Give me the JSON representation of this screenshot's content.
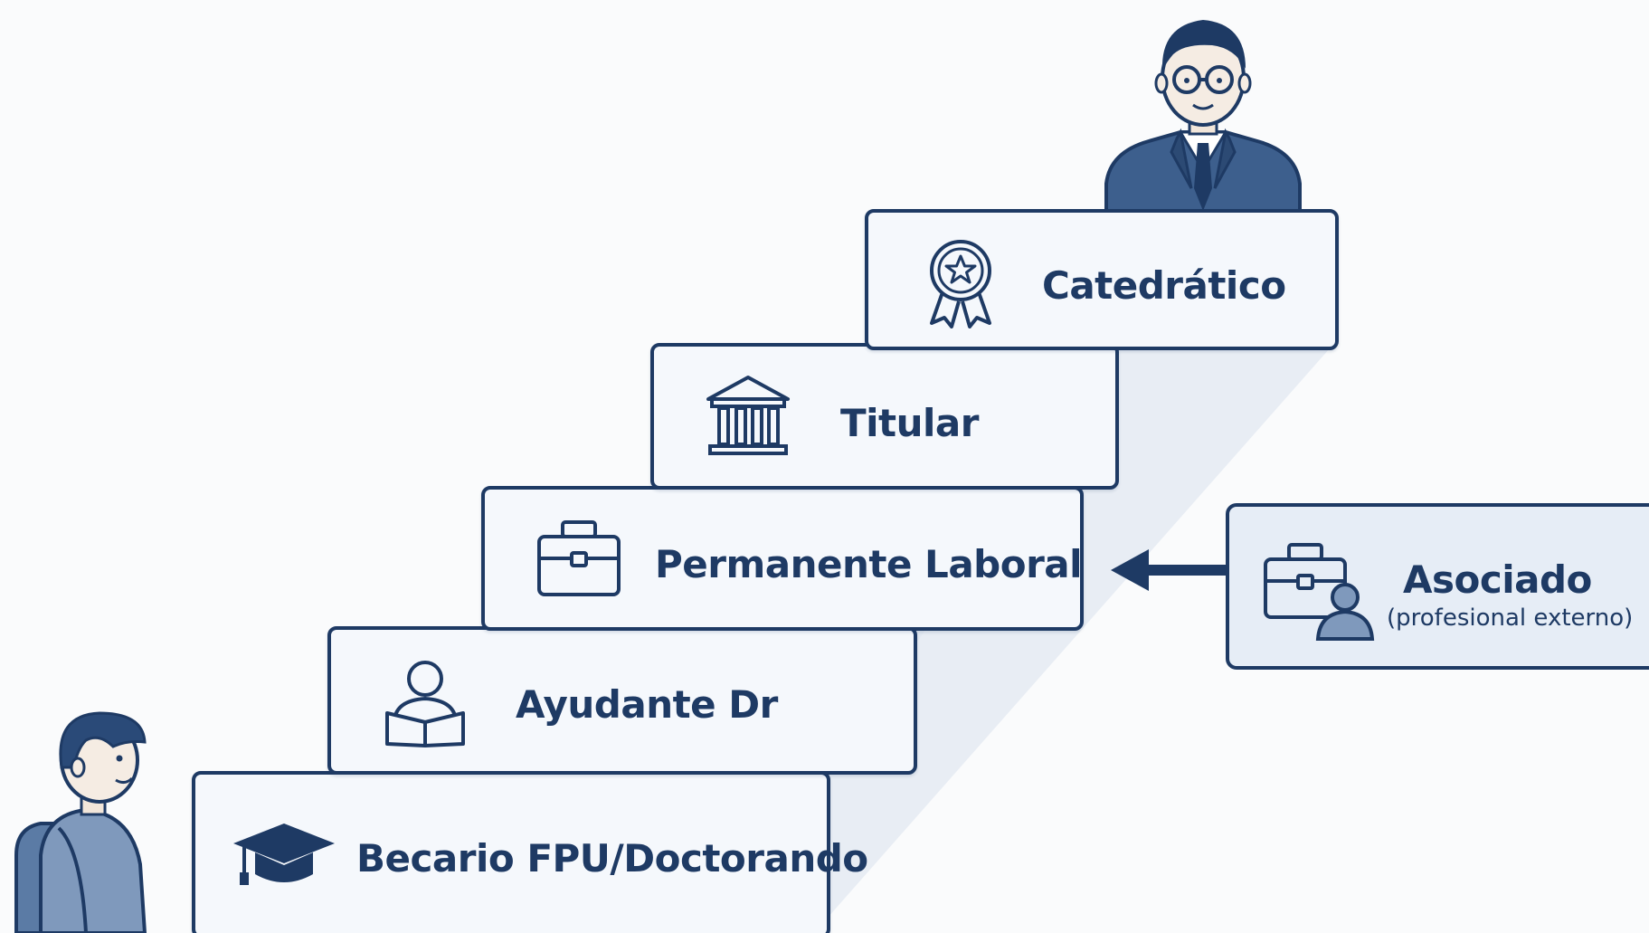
{
  "steps": [
    {
      "label": "Becario FPU/Doctorando",
      "icon": "graduation-cap-icon"
    },
    {
      "label": "Ayudante Dr",
      "icon": "reader-icon"
    },
    {
      "label": "Permanente Laboral",
      "icon": "briefcase-icon"
    },
    {
      "label": "Titular",
      "icon": "institution-building-icon"
    },
    {
      "label": "Catedrático",
      "icon": "award-ribbon-icon"
    }
  ],
  "side": {
    "label": "Asociado",
    "sublabel": "(profesional externo)",
    "icon": "briefcase-person-icon"
  },
  "colors": {
    "navy": "#1e3a64",
    "card": "#f5f8fc",
    "side_card": "#e6edf6",
    "shadow": "#e3e9f1",
    "person_blue": "#3d5f8d"
  }
}
